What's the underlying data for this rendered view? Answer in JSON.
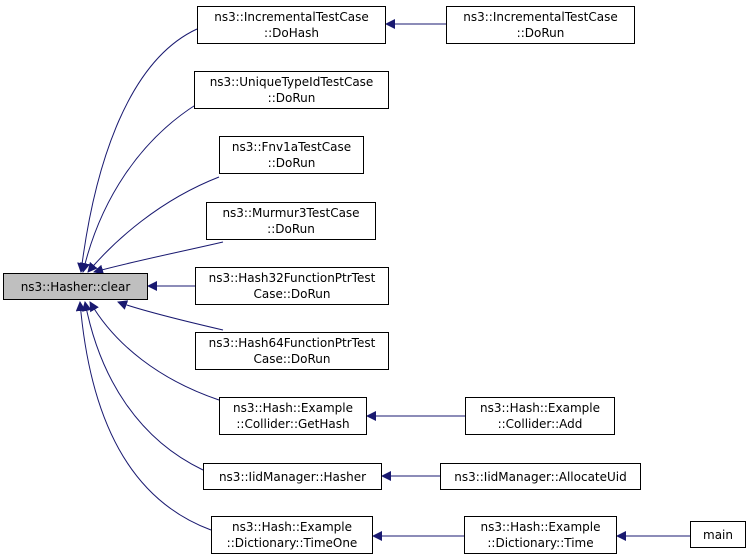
{
  "colors": {
    "edge": "#191970",
    "root_fill": "#bfbfbf",
    "node_fill": "#ffffff",
    "border": "#000000"
  },
  "nodes": {
    "root": {
      "lines": [
        "ns3::Hasher::clear"
      ]
    },
    "incremental_dohash": {
      "lines": [
        "ns3::IncrementalTestCase",
        "::DoHash"
      ]
    },
    "incremental_dorun": {
      "lines": [
        "ns3::IncrementalTestCase",
        "::DoRun"
      ]
    },
    "uniquetypeid_dorun": {
      "lines": [
        "ns3::UniqueTypeIdTestCase",
        "::DoRun"
      ]
    },
    "fnv1a_dorun": {
      "lines": [
        "ns3::Fnv1aTestCase",
        "::DoRun"
      ]
    },
    "murmur3_dorun": {
      "lines": [
        "ns3::Murmur3TestCase",
        "::DoRun"
      ]
    },
    "hash32_dorun": {
      "lines": [
        "ns3::Hash32FunctionPtrTest",
        "Case::DoRun"
      ]
    },
    "hash64_dorun": {
      "lines": [
        "ns3::Hash64FunctionPtrTest",
        "Case::DoRun"
      ]
    },
    "collider_gethash": {
      "lines": [
        "ns3::Hash::Example",
        "::Collider::GetHash"
      ]
    },
    "collider_add": {
      "lines": [
        "ns3::Hash::Example",
        "::Collider::Add"
      ]
    },
    "iidmanager_hasher": {
      "lines": [
        "ns3::IidManager::Hasher"
      ]
    },
    "iidmanager_allocateuid": {
      "lines": [
        "ns3::IidManager::AllocateUid"
      ]
    },
    "dictionary_timeone": {
      "lines": [
        "ns3::Hash::Example",
        "::Dictionary::TimeOne"
      ]
    },
    "dictionary_time": {
      "lines": [
        "ns3::Hash::Example",
        "::Dictionary::Time"
      ]
    },
    "main": {
      "lines": [
        "main"
      ]
    }
  }
}
